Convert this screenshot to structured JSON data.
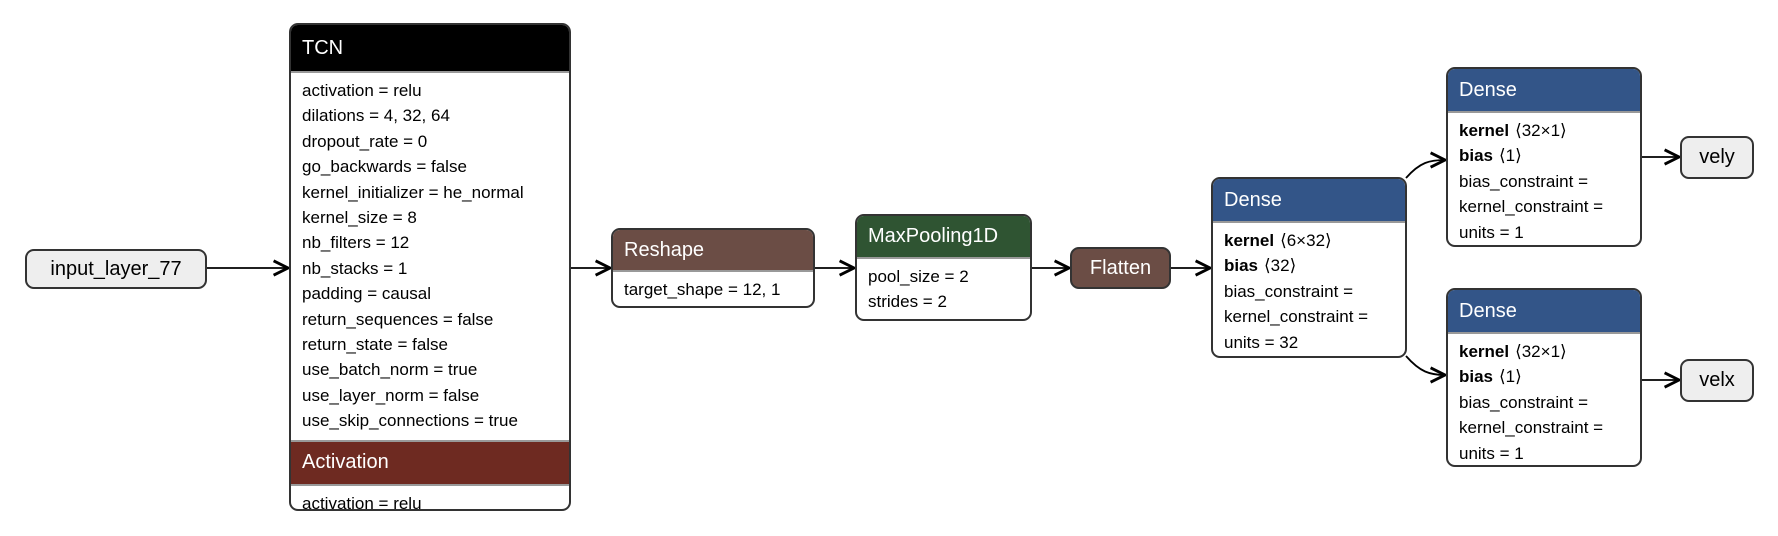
{
  "colors": {
    "tcn": "#000000",
    "activation": "#6e2a21",
    "reshape": "#6b4d45",
    "maxpool": "#2f5432",
    "flatten": "#6b4d45",
    "dense": "#335588",
    "io": "#eeeeee"
  },
  "input": {
    "label": "input_layer_77"
  },
  "tcn": {
    "title": "TCN",
    "attrs": [
      "activation = relu",
      "dilations = 4, 32, 64",
      "dropout_rate = 0",
      "go_backwards = false",
      "kernel_initializer = he_normal",
      "kernel_size = 8",
      "nb_filters = 12",
      "nb_stacks = 1",
      "padding = causal",
      "return_sequences = false",
      "return_state = false",
      "use_batch_norm = true",
      "use_layer_norm = false",
      "use_skip_connections = true"
    ],
    "activation": {
      "title": "Activation",
      "attrs": [
        "activation = relu"
      ]
    }
  },
  "reshape": {
    "title": "Reshape",
    "attrs": [
      "target_shape = 12, 1"
    ]
  },
  "maxpool": {
    "title": "MaxPooling1D",
    "attrs": [
      "pool_size = 2",
      "strides = 2"
    ]
  },
  "flatten": {
    "title": "Flatten"
  },
  "dense1": {
    "title": "Dense",
    "weights": [
      {
        "name": "kernel",
        "shape": "⟨6×32⟩"
      },
      {
        "name": "bias",
        "shape": "⟨32⟩"
      }
    ],
    "attrs": [
      "bias_constraint =",
      "kernel_constraint =",
      "units = 32"
    ]
  },
  "dense2": {
    "title": "Dense",
    "weights": [
      {
        "name": "kernel",
        "shape": "⟨32×1⟩"
      },
      {
        "name": "bias",
        "shape": "⟨1⟩"
      }
    ],
    "attrs": [
      "bias_constraint =",
      "kernel_constraint =",
      "units = 1"
    ]
  },
  "dense3": {
    "title": "Dense",
    "weights": [
      {
        "name": "kernel",
        "shape": "⟨32×1⟩"
      },
      {
        "name": "bias",
        "shape": "⟨1⟩"
      }
    ],
    "attrs": [
      "bias_constraint =",
      "kernel_constraint =",
      "units = 1"
    ]
  },
  "output_vely": {
    "label": "vely"
  },
  "output_velx": {
    "label": "velx"
  }
}
